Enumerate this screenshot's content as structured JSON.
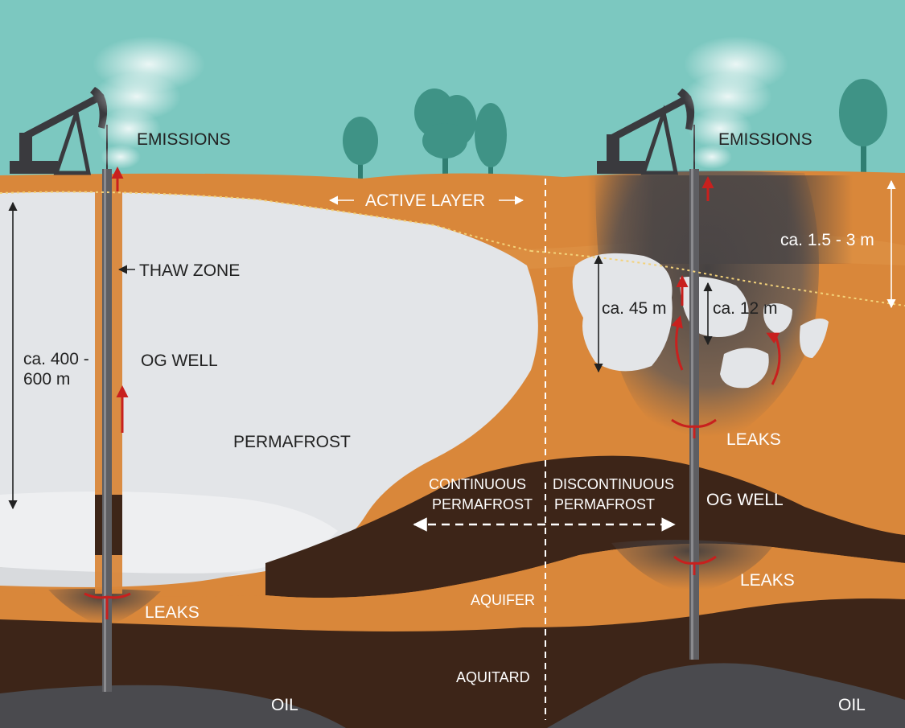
{
  "labels": {
    "emissions_left": "EMISSIONS",
    "emissions_right": "EMISSIONS",
    "active_layer": "ACTIVE LAYER",
    "thaw_zone": "THAW ZONE",
    "depth_left_line1": "ca. 400 -",
    "depth_left_line2": "600 m",
    "og_well_left": "OG WELL",
    "og_well_right": "OG WELL",
    "permafrost": "PERMAFROST",
    "leaks_left": "LEAKS",
    "leaks_right_upper": "LEAKS",
    "leaks_right_lower": "LEAKS",
    "continuous_line1": "CONTINUOUS",
    "continuous_line2": "PERMAFROST",
    "discontinuous_line1": "DISCONTINUOUS",
    "discontinuous_line2": "PERMAFROST",
    "depth_45": "ca. 45 m",
    "depth_12": "ca. 12 m",
    "depth_active": "ca. 1.5 - 3 m",
    "aquifer": "AQUIFER",
    "aquitard": "AQUITARD",
    "oil_left": "OIL",
    "oil_right": "OIL"
  },
  "colors": {
    "sky": "#7cc8c0",
    "soil": "#d9873a",
    "soil_light": "#e39a4f",
    "aquitard": "#3d2518",
    "permafrost": "#e3e5e8",
    "oil": "#4a4a4e",
    "well": "#5e5e62",
    "tree": "#3f9386",
    "arrow": "#c8201e"
  }
}
